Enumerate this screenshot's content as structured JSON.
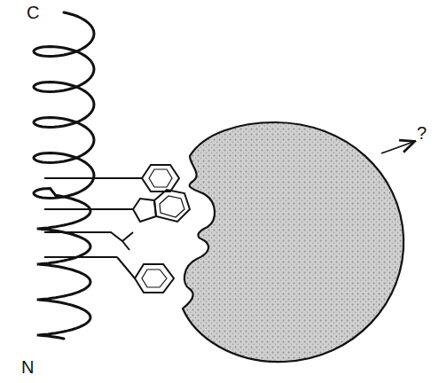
{
  "diagram": {
    "labels": [
      "C",
      "N",
      "?"
    ]
  }
}
